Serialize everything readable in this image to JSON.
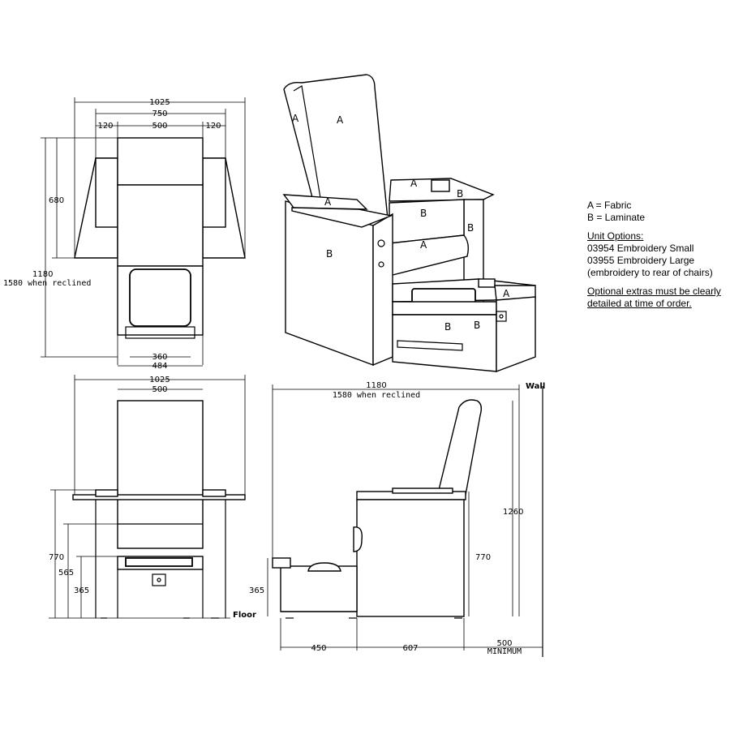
{
  "legend": {
    "fabric": "A = Fabric",
    "laminate": "B = Laminate",
    "options_title": "Unit Options:",
    "option1": "03954 Embroidery Small",
    "option2": "03955 Embroidery Large",
    "option3": "(embroidery to rear of chairs)",
    "note_line1": "Optional extras must be clearly",
    "note_line2": "detailed at time of order."
  },
  "top_view": {
    "w_total": "1025",
    "w_mid": "750",
    "arm_left": "120",
    "seat": "500",
    "arm_right": "120",
    "depth": "680",
    "length": "1180",
    "length_reclined": "1580 when reclined",
    "bowl": "360",
    "base": "484"
  },
  "front_view": {
    "w_total": "1025",
    "seat": "500",
    "h_arm": "770",
    "h_seat": "565",
    "h_foot": "365",
    "floor": "Floor"
  },
  "side_view": {
    "length": "1180",
    "length_reclined": "1580 when reclined",
    "wall": "Wall",
    "h_total": "1260",
    "h_arm": "770",
    "h_foot": "365",
    "d_foot": "450",
    "d_seat": "607",
    "d_wall": "500",
    "d_wall_note": "MINIMUM"
  },
  "iso_labels": {
    "fabric": "A",
    "laminate": "B"
  }
}
